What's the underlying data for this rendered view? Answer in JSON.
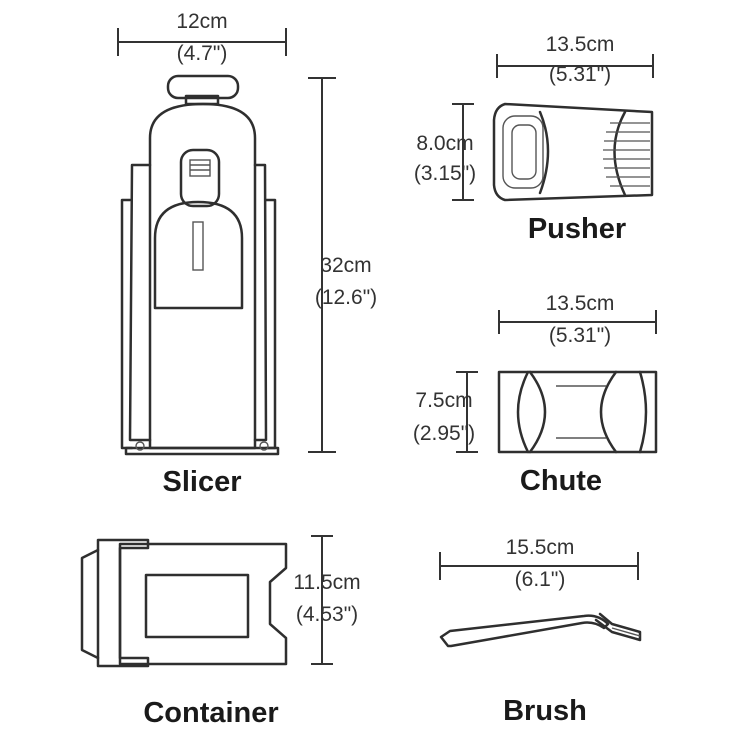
{
  "slicer": {
    "name": "Slicer",
    "width_cm": "12cm",
    "width_in": "(4.7\")",
    "height_cm": "32cm",
    "height_in": "(12.6\")"
  },
  "pusher": {
    "name": "Pusher",
    "length_cm": "13.5cm",
    "length_in": "(5.31\")",
    "height_cm": "8.0cm",
    "height_in": "(3.15\")"
  },
  "chute": {
    "name": "Chute",
    "length_cm": "13.5cm",
    "length_in": "(5.31\")",
    "height_cm": "7.5cm",
    "height_in": "(2.95\")"
  },
  "container": {
    "name": "Container",
    "height_cm": "11.5cm",
    "height_in": "(4.53\")"
  },
  "brush": {
    "name": "Brush",
    "length_cm": "15.5cm",
    "length_in": "(6.1\")"
  }
}
